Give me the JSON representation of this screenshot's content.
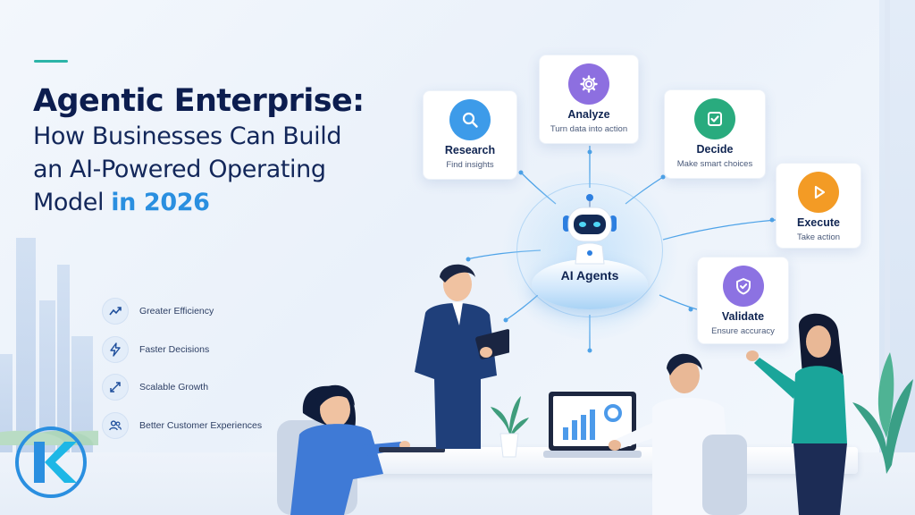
{
  "headline": {
    "line1": "Agentic Enterprise:",
    "line2": "How Businesses Can Build",
    "line3": "an AI-Powered Operating",
    "line4_prefix": "Model ",
    "line4_highlight": "in 2026"
  },
  "benefits": [
    {
      "icon": "trend-line-icon",
      "label": "Greater Efficiency"
    },
    {
      "icon": "lightning-icon",
      "label": "Faster Decisions"
    },
    {
      "icon": "expand-arrows-icon",
      "label": "Scalable Growth"
    },
    {
      "icon": "people-icon",
      "label": "Better Customer Experiences"
    }
  ],
  "hub": {
    "label": "AI Agents",
    "icon": "robot-icon"
  },
  "cards": {
    "research": {
      "title": "Research",
      "subtitle": "Find insights",
      "icon": "search-icon",
      "color": "#3d9be9"
    },
    "analyze": {
      "title": "Analyze",
      "subtitle": "Turn data into action",
      "icon": "gear-icon",
      "color": "#8d6fe0"
    },
    "decide": {
      "title": "Decide",
      "subtitle": "Make smart choices",
      "icon": "check-square-icon",
      "color": "#29ab7e"
    },
    "execute": {
      "title": "Execute",
      "subtitle": "Take action",
      "icon": "play-icon",
      "color": "#f39b25"
    },
    "validate": {
      "title": "Validate",
      "subtitle": "Ensure accuracy",
      "icon": "shield-check-icon",
      "color": "#8c72e2"
    }
  },
  "colors": {
    "accent": "#2cb4a8",
    "highlight": "#2a8fe0",
    "navy": "#0c1d4f"
  }
}
